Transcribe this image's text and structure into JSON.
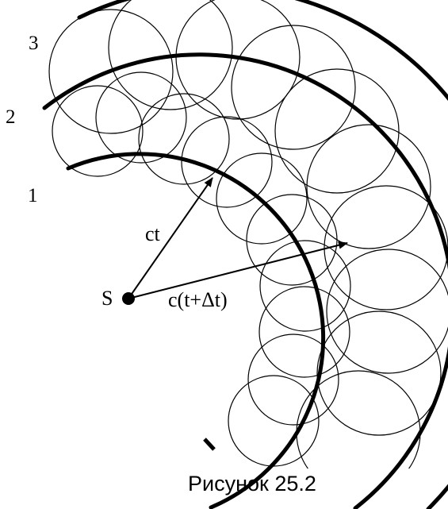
{
  "labels": {
    "source": "S",
    "radius_inner": "ct",
    "radius_outer": "c(t+Δt)",
    "front_1": "1",
    "front_2": "2",
    "front_3": "3"
  },
  "caption": "Рисунок 25.2",
  "colors": {
    "stroke": "#000000",
    "background": "#ffffff"
  }
}
